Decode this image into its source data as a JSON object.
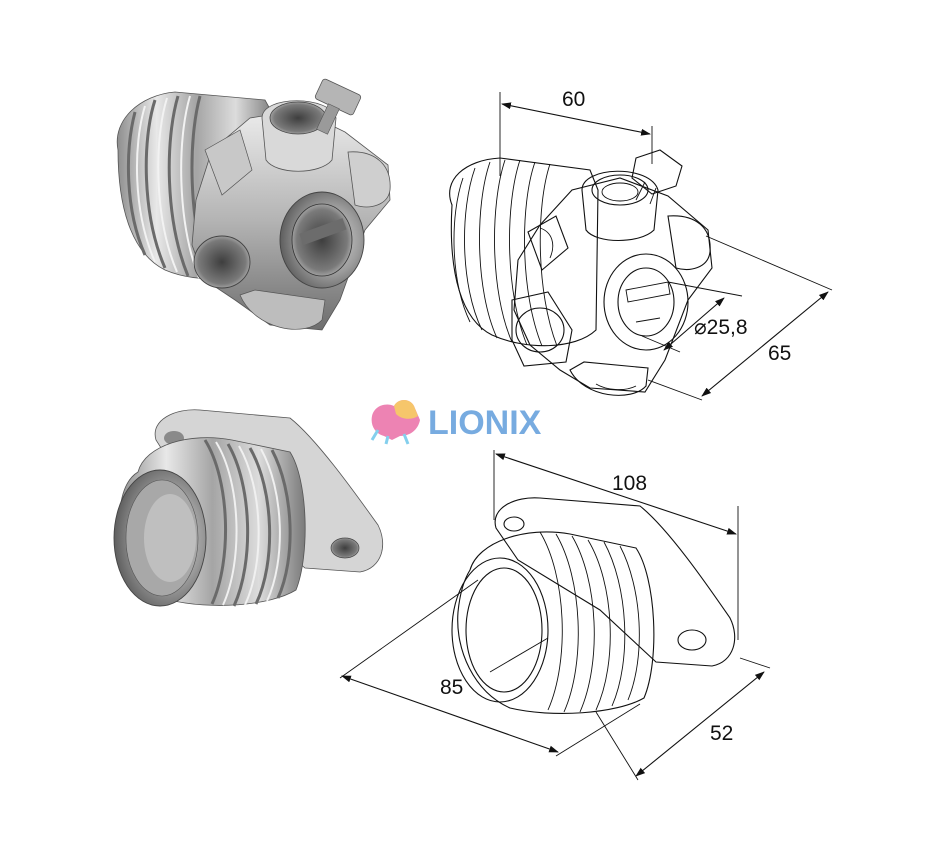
{
  "dimensions": {
    "top_width": "60",
    "top_bore": "⌀25,8",
    "top_depth": "65",
    "bottom_width": "108",
    "bottom_diameter": "85",
    "bottom_depth": "52"
  },
  "watermark": {
    "text": "LIONIX",
    "color": "#4a8fd6",
    "logo_colors": [
      "#e85a9a",
      "#f3b43a",
      "#5bc0e8"
    ]
  },
  "colors": {
    "metal_light": "#e9e9e9",
    "metal_mid": "#a9a9a9",
    "metal_dark": "#5a5a5a",
    "line": "#111111"
  }
}
